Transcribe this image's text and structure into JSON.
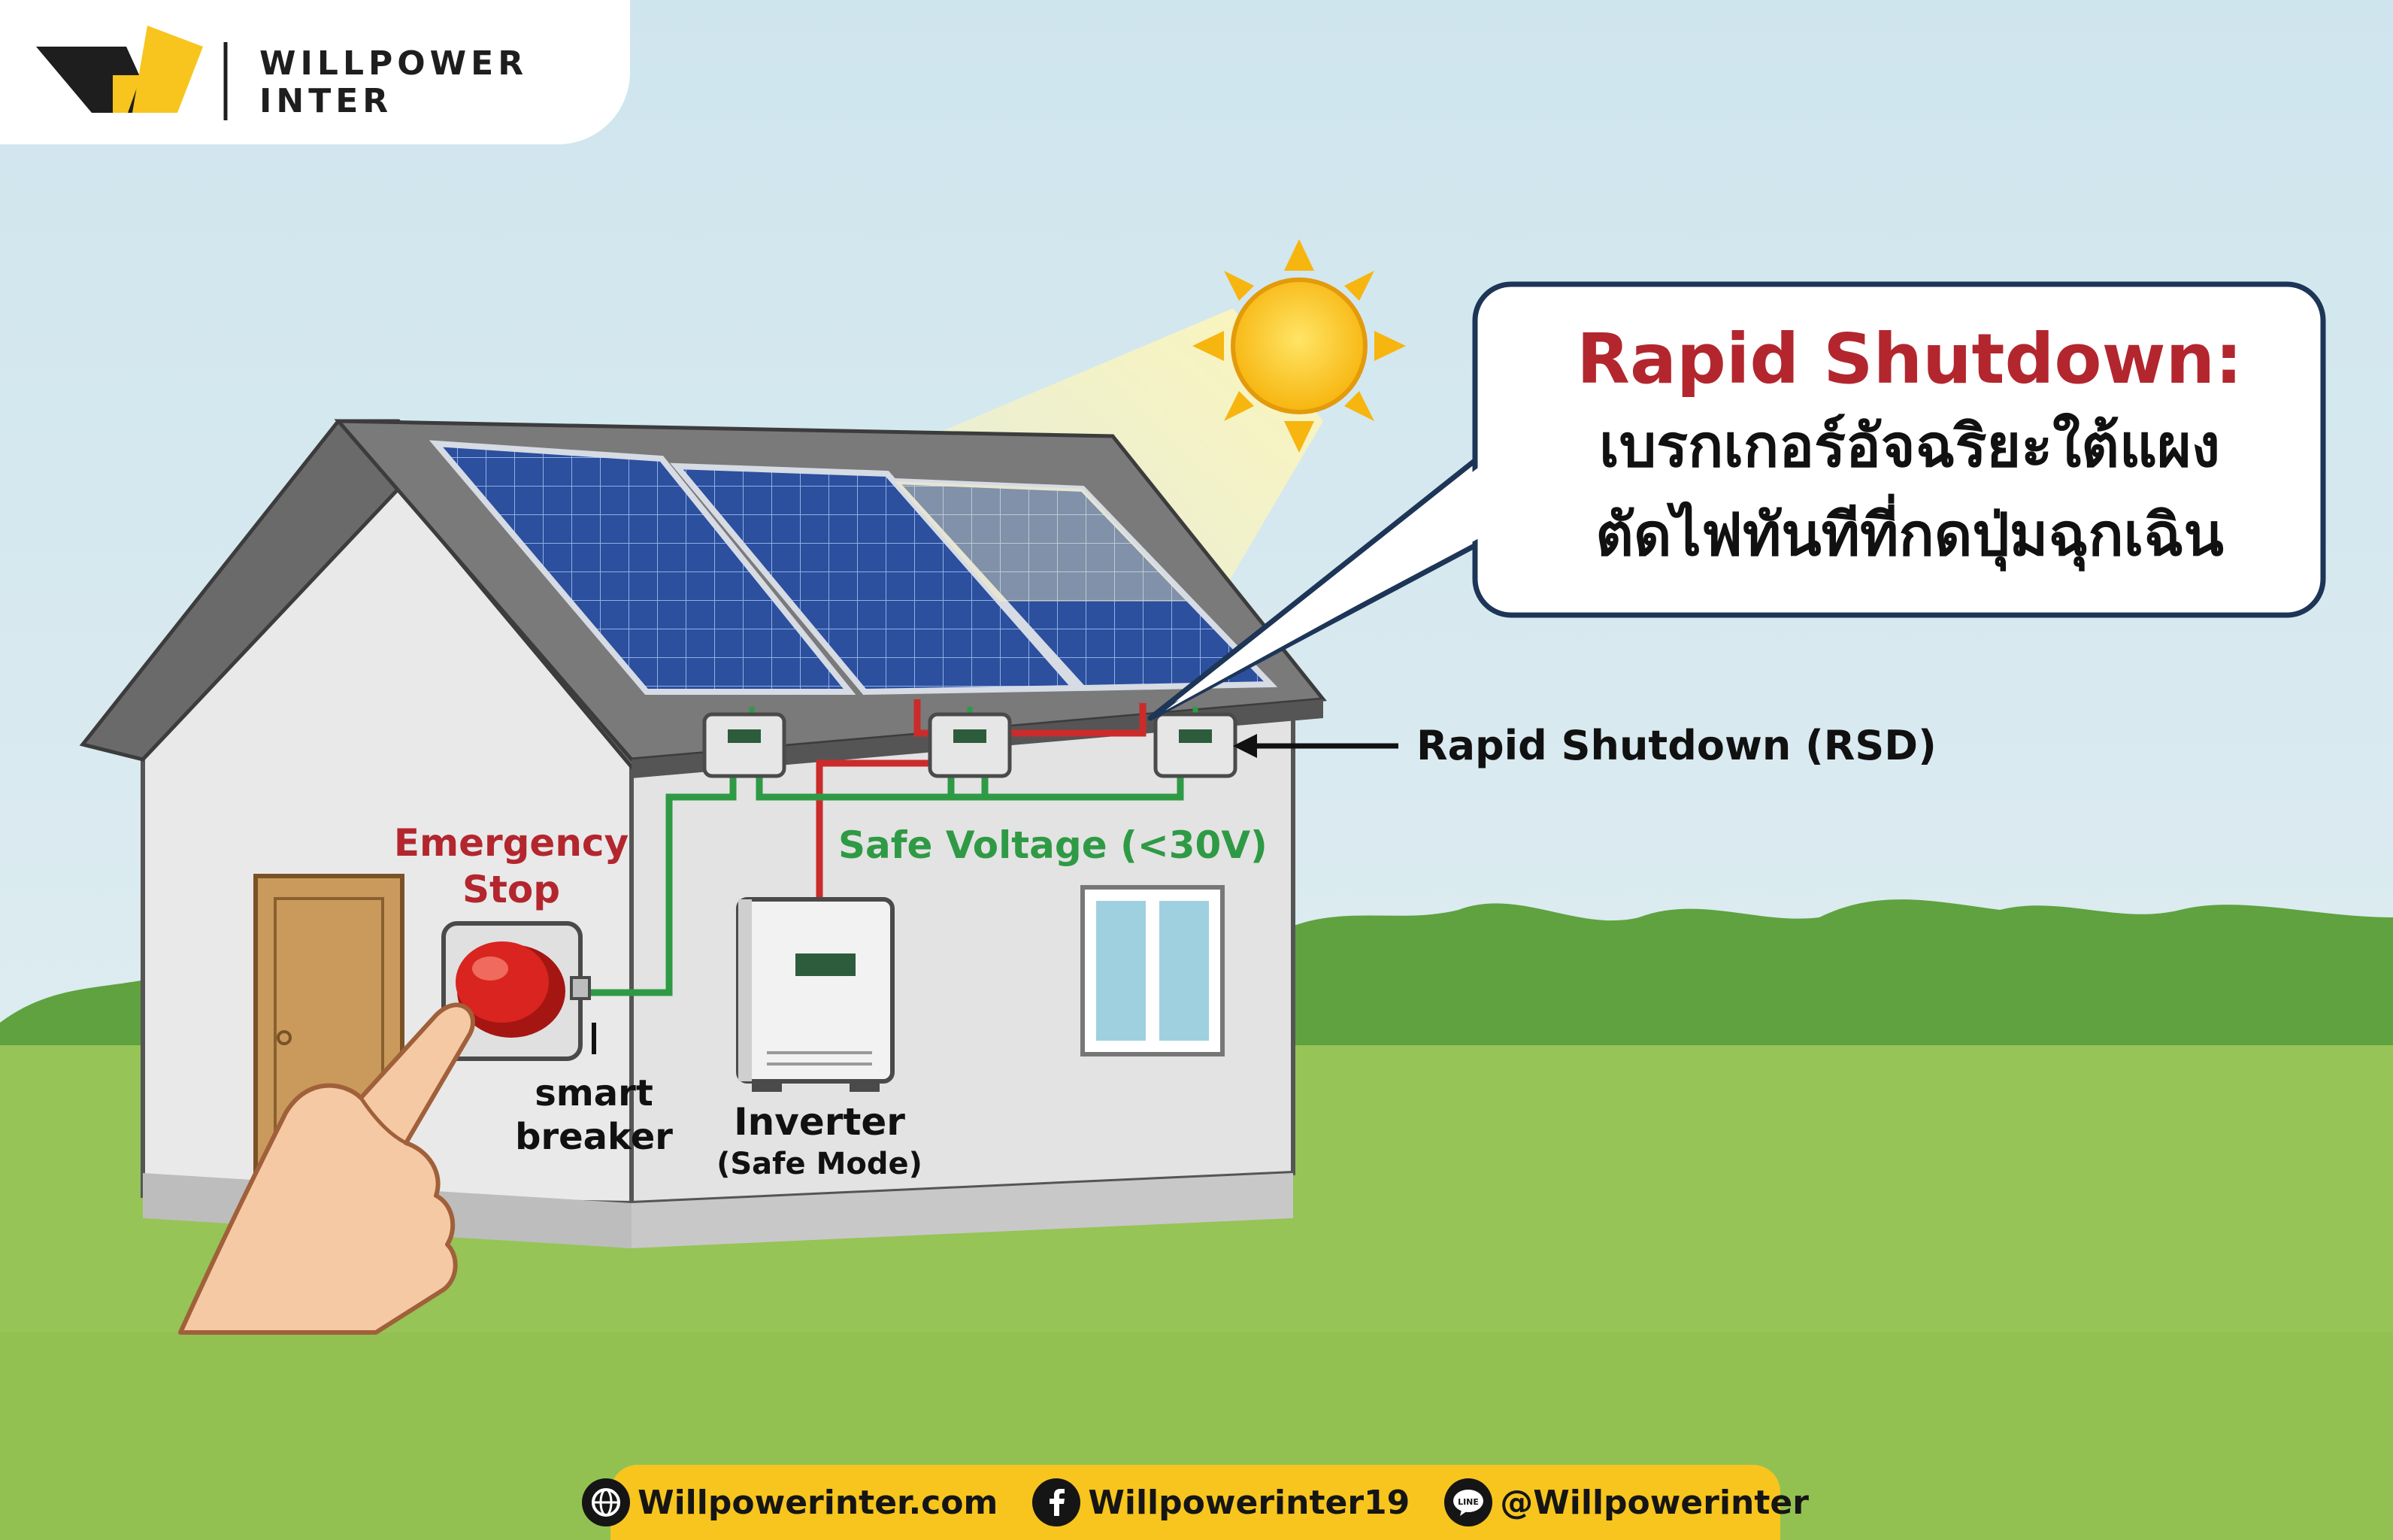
{
  "brand": {
    "name_line1": "WILLPOWER",
    "name_line2": "INTER"
  },
  "callout": {
    "title": "Rapid Shutdown:",
    "line1": "เบรกเกอร์อัจฉริยะใต้แผง",
    "line2": "ตัดไฟทันทีที่กดปุ่มฉุกเฉิน"
  },
  "diagram": {
    "rsd_label": "Rapid Shutdown (RSD)",
    "safe_voltage_label": "Safe Voltage (<30V)",
    "emergency_line1": "Emergency",
    "emergency_line2": "Stop",
    "smart_line1": "smart",
    "smart_line2": "breaker",
    "inverter_line1": "Inverter",
    "inverter_line2": "(Safe Mode)"
  },
  "footer": {
    "website": "Willpowerinter.com",
    "facebook": "Willpowerinter19",
    "line": "@Willpowerinter"
  },
  "icons": [
    "logo-mark-icon",
    "sun-icon",
    "solar-panel-icon",
    "rsd-box-icon",
    "inverter-icon",
    "emergency-button-icon",
    "hand-icon",
    "door-icon",
    "window-icon",
    "globe-icon",
    "facebook-icon",
    "line-icon"
  ],
  "colors": {
    "sky": "#d7e9ef",
    "grass": "#96c456",
    "trees": "#5fa23f",
    "brand_yellow": "#f7c51e",
    "callout_red": "#b3262e",
    "wire_green": "#2f9a45",
    "wire_red": "#cc2b2b",
    "emergency_red": "#d92420",
    "navy": "#1d3557"
  }
}
